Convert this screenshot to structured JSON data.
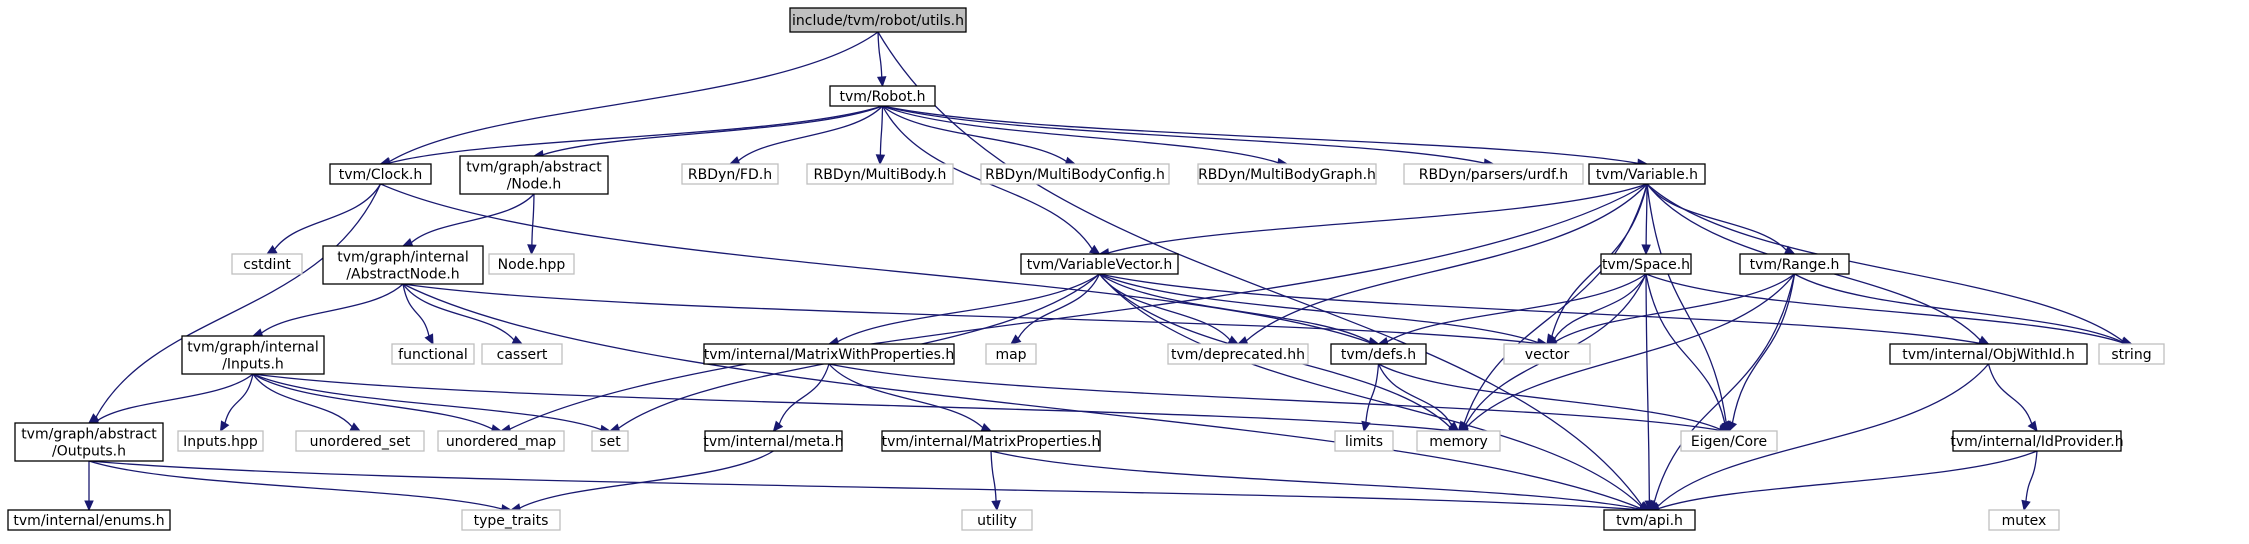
{
  "nodes": [
    {
      "id": "utils",
      "kind": "root",
      "lines": [
        "include/tvm/robot/utils.h"
      ]
    },
    {
      "id": "robot",
      "kind": "internal",
      "lines": [
        "tvm/Robot.h"
      ]
    },
    {
      "id": "clock",
      "kind": "internal",
      "lines": [
        "tvm/Clock.h"
      ]
    },
    {
      "id": "absnode",
      "kind": "internal",
      "lines": [
        "tvm/graph/abstract",
        "/Node.h"
      ]
    },
    {
      "id": "fd",
      "kind": "external",
      "lines": [
        "RBDyn/FD.h"
      ]
    },
    {
      "id": "multibody",
      "kind": "external",
      "lines": [
        "RBDyn/MultiBody.h"
      ]
    },
    {
      "id": "mbconfig",
      "kind": "external",
      "lines": [
        "RBDyn/MultiBodyConfig.h"
      ]
    },
    {
      "id": "mbgraph",
      "kind": "external",
      "lines": [
        "RBDyn/MultiBodyGraph.h"
      ]
    },
    {
      "id": "urdf",
      "kind": "external",
      "lines": [
        "RBDyn/parsers/urdf.h"
      ]
    },
    {
      "id": "variable",
      "kind": "internal",
      "lines": [
        "tvm/Variable.h"
      ]
    },
    {
      "id": "cstdint",
      "kind": "external",
      "lines": [
        "cstdint"
      ]
    },
    {
      "id": "nodehpp",
      "kind": "external",
      "lines": [
        "Node.hpp"
      ]
    },
    {
      "id": "abstractnode",
      "kind": "internal",
      "lines": [
        "tvm/graph/internal",
        "/AbstractNode.h"
      ]
    },
    {
      "id": "varvector",
      "kind": "internal",
      "lines": [
        "tvm/VariableVector.h"
      ]
    },
    {
      "id": "space",
      "kind": "internal",
      "lines": [
        "tvm/Space.h"
      ]
    },
    {
      "id": "range",
      "kind": "internal",
      "lines": [
        "tvm/Range.h"
      ]
    },
    {
      "id": "inputs",
      "kind": "internal",
      "lines": [
        "tvm/graph/internal",
        "/Inputs.h"
      ]
    },
    {
      "id": "functional",
      "kind": "external",
      "lines": [
        "functional"
      ]
    },
    {
      "id": "cassert",
      "kind": "external",
      "lines": [
        "cassert"
      ]
    },
    {
      "id": "matwithprops",
      "kind": "internal",
      "lines": [
        "tvm/internal/MatrixWithProperties.h"
      ]
    },
    {
      "id": "map",
      "kind": "external",
      "lines": [
        "map"
      ]
    },
    {
      "id": "deprecated",
      "kind": "external",
      "lines": [
        "tvm/deprecated.hh"
      ]
    },
    {
      "id": "defs",
      "kind": "internal",
      "lines": [
        "tvm/defs.h"
      ]
    },
    {
      "id": "vector",
      "kind": "external",
      "lines": [
        "vector"
      ]
    },
    {
      "id": "objwithid",
      "kind": "internal",
      "lines": [
        "tvm/internal/ObjWithId.h"
      ]
    },
    {
      "id": "string",
      "kind": "external",
      "lines": [
        "string"
      ]
    },
    {
      "id": "outputs",
      "kind": "internal",
      "lines": [
        "tvm/graph/abstract",
        "/Outputs.h"
      ]
    },
    {
      "id": "inputshpp",
      "kind": "external",
      "lines": [
        "Inputs.hpp"
      ]
    },
    {
      "id": "unordered_set",
      "kind": "external",
      "lines": [
        "unordered_set"
      ]
    },
    {
      "id": "unordered_map",
      "kind": "external",
      "lines": [
        "unordered_map"
      ]
    },
    {
      "id": "set",
      "kind": "external",
      "lines": [
        "set"
      ]
    },
    {
      "id": "meta",
      "kind": "internal",
      "lines": [
        "tvm/internal/meta.h"
      ]
    },
    {
      "id": "matprops",
      "kind": "internal",
      "lines": [
        "tvm/internal/MatrixProperties.h"
      ]
    },
    {
      "id": "limits",
      "kind": "external",
      "lines": [
        "limits"
      ]
    },
    {
      "id": "memory",
      "kind": "external",
      "lines": [
        "memory"
      ]
    },
    {
      "id": "eigen",
      "kind": "external",
      "lines": [
        "Eigen/Core"
      ]
    },
    {
      "id": "idprovider",
      "kind": "internal",
      "lines": [
        "tvm/internal/IdProvider.h"
      ]
    },
    {
      "id": "enums",
      "kind": "internal",
      "lines": [
        "tvm/internal/enums.h"
      ]
    },
    {
      "id": "type_traits",
      "kind": "external",
      "lines": [
        "type_traits"
      ]
    },
    {
      "id": "utility",
      "kind": "external",
      "lines": [
        "utility"
      ]
    },
    {
      "id": "api",
      "kind": "internal",
      "lines": [
        "tvm/api.h"
      ]
    },
    {
      "id": "mutex",
      "kind": "external",
      "lines": [
        "mutex"
      ]
    }
  ],
  "edges": [
    [
      "utils",
      "robot"
    ],
    [
      "utils",
      "clock"
    ],
    [
      "utils",
      "api"
    ],
    [
      "robot",
      "clock"
    ],
    [
      "robot",
      "absnode"
    ],
    [
      "robot",
      "fd"
    ],
    [
      "robot",
      "multibody"
    ],
    [
      "robot",
      "mbconfig"
    ],
    [
      "robot",
      "mbgraph"
    ],
    [
      "robot",
      "urdf"
    ],
    [
      "robot",
      "variable"
    ],
    [
      "robot",
      "varvector"
    ],
    [
      "clock",
      "cstdint"
    ],
    [
      "clock",
      "outputs"
    ],
    [
      "clock",
      "defs"
    ],
    [
      "absnode",
      "nodehpp"
    ],
    [
      "absnode",
      "abstractnode"
    ],
    [
      "abstractnode",
      "inputs"
    ],
    [
      "abstractnode",
      "functional"
    ],
    [
      "abstractnode",
      "cassert"
    ],
    [
      "abstractnode",
      "vector"
    ],
    [
      "abstractnode",
      "api"
    ],
    [
      "inputs",
      "outputs"
    ],
    [
      "inputs",
      "inputshpp"
    ],
    [
      "inputs",
      "unordered_set"
    ],
    [
      "inputs",
      "unordered_map"
    ],
    [
      "inputs",
      "set"
    ],
    [
      "inputs",
      "memory"
    ],
    [
      "outputs",
      "enums"
    ],
    [
      "outputs",
      "type_traits"
    ],
    [
      "outputs",
      "api"
    ],
    [
      "variable",
      "unordered_map"
    ],
    [
      "variable",
      "varvector"
    ],
    [
      "variable",
      "space"
    ],
    [
      "variable",
      "range"
    ],
    [
      "variable",
      "deprecated"
    ],
    [
      "variable",
      "vector"
    ],
    [
      "variable",
      "memory"
    ],
    [
      "variable",
      "objwithid"
    ],
    [
      "variable",
      "string"
    ],
    [
      "variable",
      "eigen"
    ],
    [
      "varvector",
      "set"
    ],
    [
      "varvector",
      "matwithprops"
    ],
    [
      "varvector",
      "map"
    ],
    [
      "varvector",
      "deprecated"
    ],
    [
      "varvector",
      "defs"
    ],
    [
      "varvector",
      "vector"
    ],
    [
      "varvector",
      "memory"
    ],
    [
      "varvector",
      "objwithid"
    ],
    [
      "varvector",
      "api"
    ],
    [
      "space",
      "defs"
    ],
    [
      "space",
      "vector"
    ],
    [
      "space",
      "memory"
    ],
    [
      "space",
      "string"
    ],
    [
      "space",
      "eigen"
    ],
    [
      "space",
      "api"
    ],
    [
      "range",
      "vector"
    ],
    [
      "range",
      "memory"
    ],
    [
      "range",
      "string"
    ],
    [
      "range",
      "eigen"
    ],
    [
      "range",
      "api"
    ],
    [
      "matwithprops",
      "meta"
    ],
    [
      "matwithprops",
      "matprops"
    ],
    [
      "matwithprops",
      "eigen"
    ],
    [
      "meta",
      "type_traits"
    ],
    [
      "matprops",
      "utility"
    ],
    [
      "matprops",
      "api"
    ],
    [
      "defs",
      "limits"
    ],
    [
      "defs",
      "memory"
    ],
    [
      "defs",
      "eigen"
    ],
    [
      "objwithid",
      "idprovider"
    ],
    [
      "objwithid",
      "api"
    ],
    [
      "idprovider",
      "mutex"
    ],
    [
      "idprovider",
      "api"
    ]
  ]
}
